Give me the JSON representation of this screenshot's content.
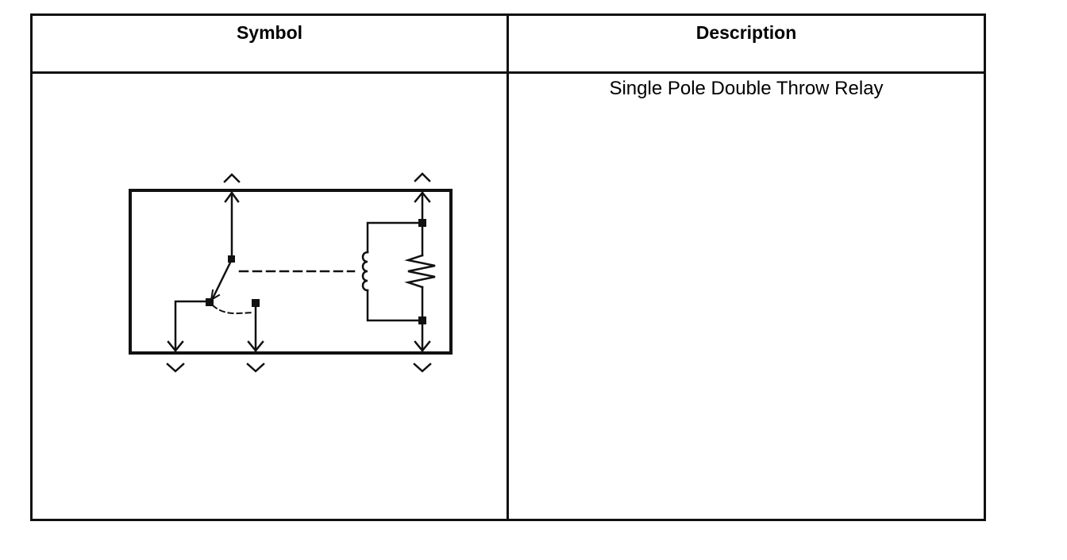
{
  "table": {
    "headers": {
      "symbol": "Symbol",
      "description": "Description"
    },
    "rows": [
      {
        "description": "Single Pole Double Throw Relay"
      }
    ]
  },
  "colors": {
    "line": "#111111"
  }
}
